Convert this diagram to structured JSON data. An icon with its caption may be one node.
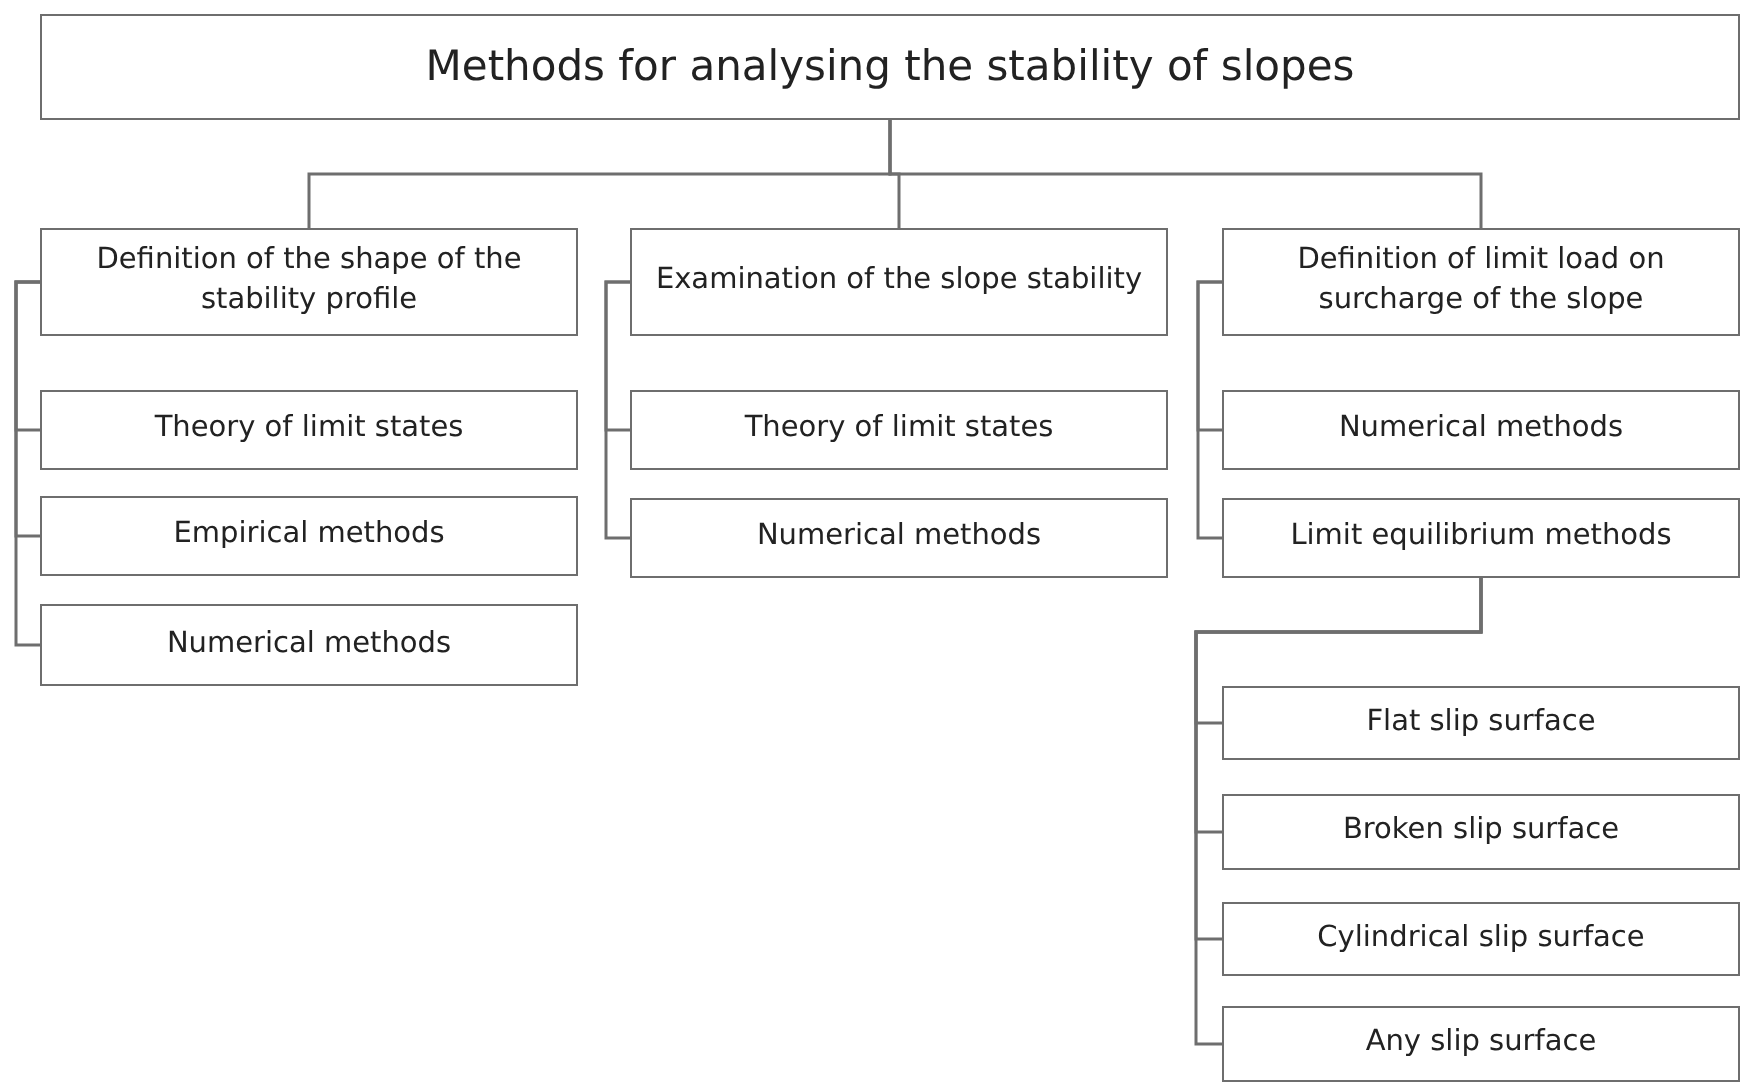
{
  "diagram": {
    "nodes": [
      {
        "text": [
          "Methods for analysing the stability of slopes"
        ]
      },
      {
        "text": [
          "Definition of the shape of the stability profile"
        ]
      },
      {
        "text": [
          "Theory of limit states"
        ]
      },
      {
        "text": [
          "Empirical methods"
        ]
      },
      {
        "text": [
          "Numerical methods"
        ]
      },
      {
        "text": [
          "Examination of the slope stability"
        ]
      },
      {
        "text": [
          "Theory of limit states"
        ]
      },
      {
        "text": [
          "Numerical methods"
        ]
      },
      {
        "text": [
          "Definition of limit load on surcharge of the slope"
        ]
      },
      {
        "text": [
          "Numerical methods"
        ]
      },
      {
        "text": [
          "Limit equilibrium methods"
        ]
      },
      {
        "text": [
          "Flat slip surface"
        ]
      },
      {
        "text": [
          "Broken slip surface"
        ]
      },
      {
        "text": [
          "Cylindrical slip surface"
        ]
      },
      {
        "text": [
          "Any slip surface"
        ]
      }
    ],
    "edges": [
      {
        "from": 0,
        "to": 1,
        "arrow": "none"
      },
      {
        "from": 0,
        "to": 5,
        "arrow": "none"
      },
      {
        "from": 0,
        "to": 8,
        "arrow": "none"
      },
      {
        "from": 1,
        "to": 2,
        "arrow": "none"
      },
      {
        "from": 1,
        "to": 3,
        "arrow": "none"
      },
      {
        "from": 1,
        "to": 4,
        "arrow": "none"
      },
      {
        "from": 5,
        "to": 6,
        "arrow": "none"
      },
      {
        "from": 5,
        "to": 7,
        "arrow": "none"
      },
      {
        "from": 8,
        "to": 9,
        "arrow": "none"
      },
      {
        "from": 8,
        "to": 10,
        "arrow": "none"
      },
      {
        "from": 10,
        "to": 11,
        "arrow": "none"
      },
      {
        "from": 10,
        "to": 12,
        "arrow": "none"
      },
      {
        "from": 10,
        "to": 13,
        "arrow": "none"
      },
      {
        "from": 10,
        "to": 14,
        "arrow": "none"
      }
    ]
  }
}
